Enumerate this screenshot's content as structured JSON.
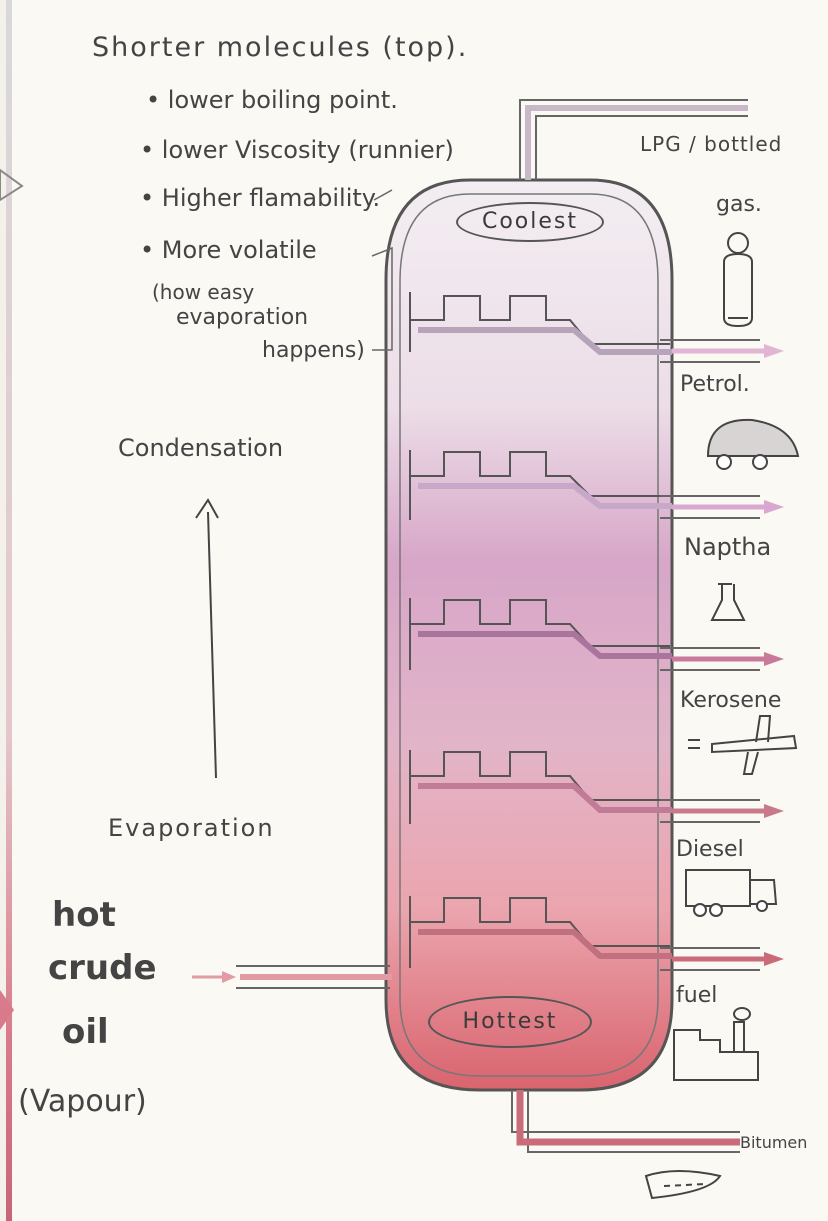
{
  "notes": {
    "title": "Shorter molecules (top).",
    "bullets": [
      "• lower boiling point.",
      "• lower Viscosity (runnier)",
      "• Higher flamability.",
      "• More volatile",
      "(how easy",
      "evaporation",
      "happens)"
    ]
  },
  "process": {
    "condensation": "Condensation",
    "evaporation": "Evaporation"
  },
  "column": {
    "top_label": "Coolest",
    "bottom_label": "Hottest"
  },
  "input": {
    "line1": "hot",
    "line2": "crude",
    "line3": "oil",
    "line4": "(Vapour)"
  },
  "products": {
    "lpg": "LPG / bottled",
    "lpg2": "gas.",
    "petrol": "Petrol.",
    "naptha": "Naptha",
    "kerosene": "Kerosene",
    "diesel": "Diesel",
    "fuel": "fuel",
    "bitumen": "Bitumen"
  },
  "colors": {
    "column_top": "#f3eef2",
    "column_mid": "#d7a6c8",
    "column_bottom": "#d9646e",
    "outlet_arrow": "#d9a7cf",
    "outlet_arrow_low": "#c97a9a",
    "ink": "#444444"
  },
  "icons": [
    "gas-bottle-icon",
    "car-icon",
    "flask-icon",
    "airplane-icon",
    "lorry-icon",
    "factory-icon",
    "road-icon"
  ]
}
